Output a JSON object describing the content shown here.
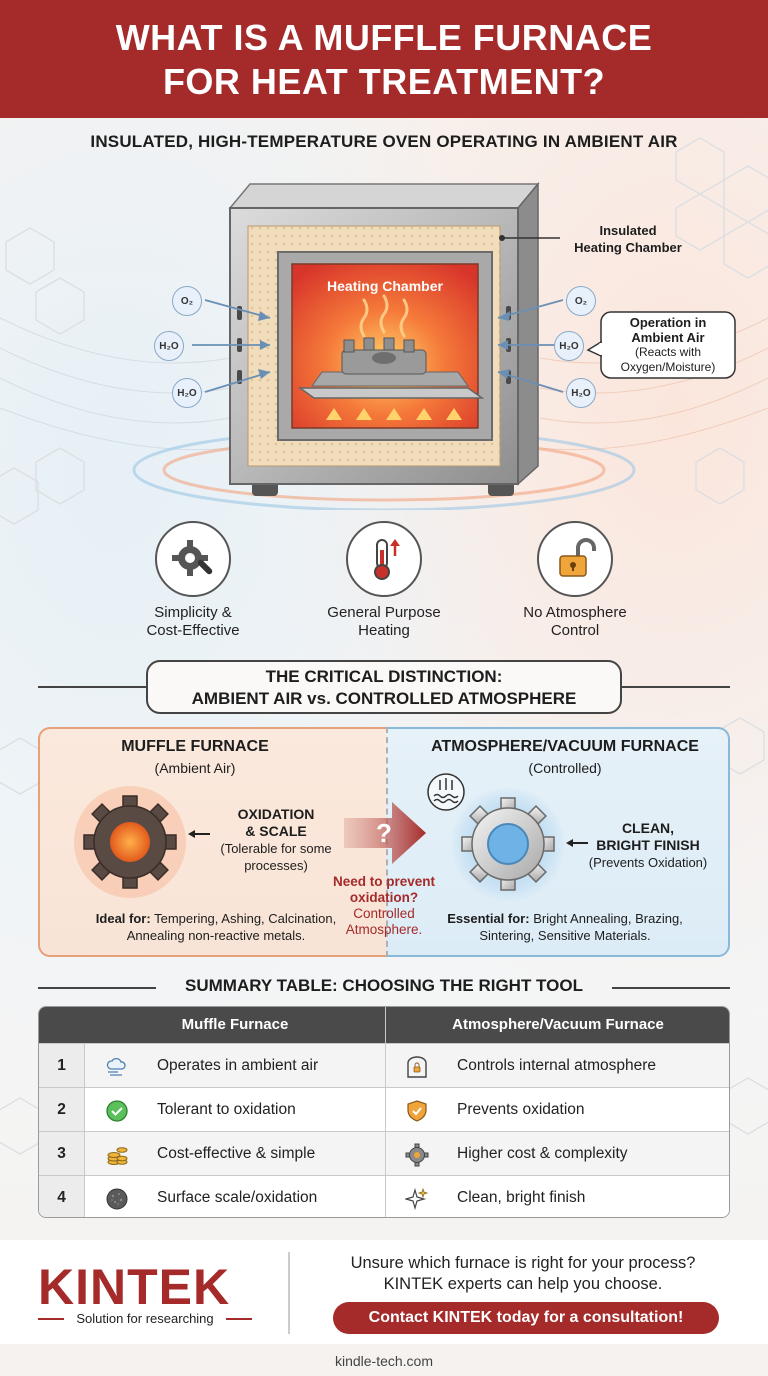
{
  "header": {
    "title_line1": "WHAT IS A MUFFLE FURNACE",
    "title_line2": "FOR HEAT TREATMENT?"
  },
  "subtitle": "INSULATED, HIGH-TEMPERATURE OVEN OPERATING IN AMBIENT AIR",
  "furnace": {
    "chamber_label": "Heating Chamber",
    "insulated_callout_line1": "Insulated",
    "insulated_callout_line2": "Heating Chamber",
    "operation_callout_line1": "Operation in",
    "operation_callout_line2": "Ambient Air",
    "operation_callout_line3": "(Reacts with",
    "operation_callout_line4": "Oxygen/Moisture)",
    "molecules_left": [
      "O₂",
      "H₂O",
      "H₂O"
    ],
    "molecules_right": [
      "O₂",
      "H₂O",
      "H₂O"
    ]
  },
  "features": [
    {
      "icon": "gear-wrench-icon",
      "line1": "Simplicity &",
      "line2": "Cost-Effective"
    },
    {
      "icon": "thermometer-icon",
      "line1": "General Purpose",
      "line2": "Heating"
    },
    {
      "icon": "unlocked-padlock-icon",
      "line1": "No Atmosphere",
      "line2": "Control"
    }
  ],
  "distinction": {
    "line1": "THE CRITICAL DISTINCTION:",
    "line2": "AMBIENT AIR vs. CONTROLLED ATMOSPHERE"
  },
  "muffle_panel": {
    "title": "MUFFLE FURNACE",
    "subtitle": "(Ambient Air)",
    "effect_line1": "OXIDATION",
    "effect_line2": "& SCALE",
    "effect_note_line1": "(Tolerable for some",
    "effect_note_line2": "processes)",
    "ideal_label": "Ideal for:",
    "ideal_line1": "Tempering, Ashing, Calcination,",
    "ideal_line2": "Annealing non-reactive metals."
  },
  "transition": {
    "symbol": "?",
    "line1": "Need to prevent",
    "line2": "oxidation?",
    "line3": "Controlled",
    "line4": "Atmosphere."
  },
  "atmosphere_panel": {
    "title": "ATMOSPHERE/VACUUM FURNACE",
    "subtitle": "(Controlled)",
    "effect_line1": "CLEAN,",
    "effect_line2": "BRIGHT FINISH",
    "effect_note": "(Prevents Oxidation)",
    "essential_label": "Essential for:",
    "essential_line1": "Bright Annealing, Brazing,",
    "essential_line2": "Sintering, Sensitive Materials."
  },
  "summary": {
    "title": "SUMMARY TABLE: CHOOSING THE RIGHT TOOL",
    "col_muffle": "Muffle Furnace",
    "col_atmosphere": "Atmosphere/Vacuum Furnace",
    "rows": [
      {
        "num": "1",
        "muffle": "Operates in ambient air",
        "muffle_icon": "cloud-wind-icon",
        "atmo": "Controls internal atmosphere",
        "atmo_icon": "sealed-chamber-icon"
      },
      {
        "num": "2",
        "muffle": "Tolerant to oxidation",
        "muffle_icon": "check-circle-icon",
        "atmo": "Prevents oxidation",
        "atmo_icon": "shield-check-icon"
      },
      {
        "num": "3",
        "muffle": "Cost-effective & simple",
        "muffle_icon": "coins-icon",
        "atmo": "Higher cost & complexity",
        "atmo_icon": "gear-icon"
      },
      {
        "num": "4",
        "muffle": "Surface scale/oxidation",
        "muffle_icon": "rough-surface-icon",
        "atmo": "Clean, bright finish",
        "atmo_icon": "sparkle-icon"
      }
    ]
  },
  "footer": {
    "logo": "KINTEK",
    "tagline": "Solution for researching",
    "question_line1": "Unsure which furnace is right for your process?",
    "question_line2": "KINTEK experts can help you choose.",
    "cta": "Contact KINTEK today for a consultation!",
    "site": "kindle-tech.com"
  },
  "colors": {
    "brand_red": "#a52a2a",
    "muffle_panel_bg": "#fbe9dd",
    "atmosphere_panel_bg": "#e6f1f8",
    "table_header": "#4a4a4a"
  }
}
